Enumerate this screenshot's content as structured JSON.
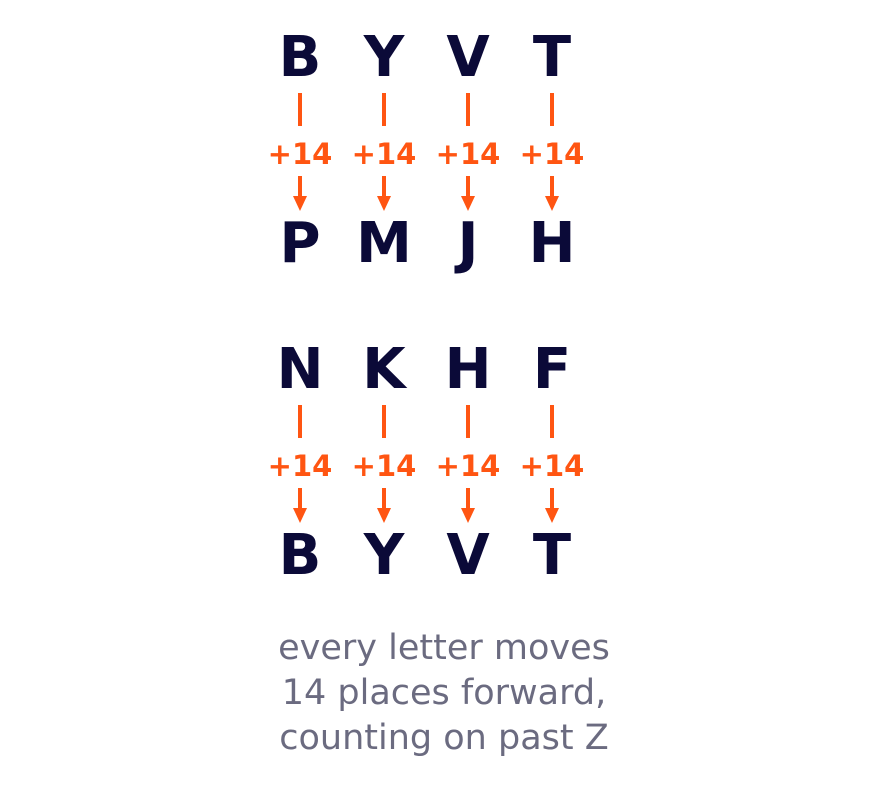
{
  "colors": {
    "letter": "#0b0a38",
    "accent": "#ff5512",
    "caption": "#6b6b80"
  },
  "groups": [
    {
      "top_letters": [
        "B",
        "Y",
        "V",
        "T"
      ],
      "shifts": [
        "+14",
        "+14",
        "+14",
        "+14"
      ],
      "bottom_letters": [
        "P",
        "M",
        "J",
        "H"
      ]
    },
    {
      "top_letters": [
        "N",
        "K",
        "H",
        "F"
      ],
      "shifts": [
        "+14",
        "+14",
        "+14",
        "+14"
      ],
      "bottom_letters": [
        "B",
        "Y",
        "V",
        "T"
      ]
    }
  ],
  "caption": {
    "lines": [
      "every letter moves",
      "14 places forward,",
      "counting on past Z"
    ]
  }
}
